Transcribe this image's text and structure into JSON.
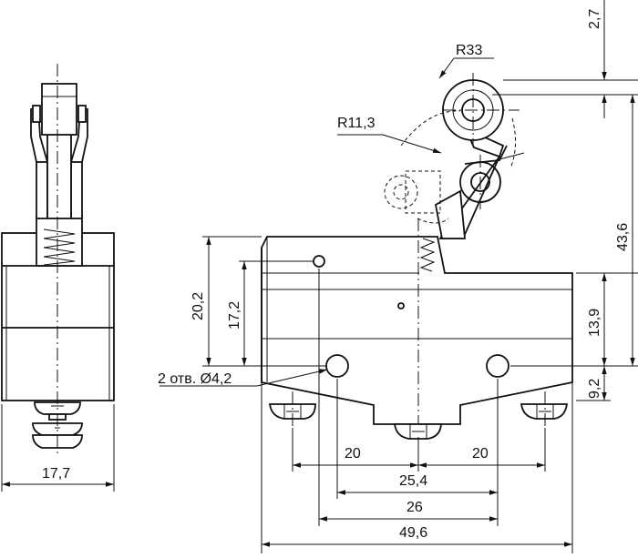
{
  "dimensions": {
    "r33": "R33",
    "r11_3": "R11,3",
    "d2_7": "2,7",
    "d43_6": "43,6",
    "d13_9": "13,9",
    "d9_2": "9,2",
    "d20_2": "20,2",
    "d17_2": "17,2",
    "holes": "2 отв. Ø4,2",
    "d20_left": "20",
    "d20_right": "20",
    "d25_4": "25,4",
    "d26": "26",
    "d49_6": "49,6",
    "d17_7": "17,7"
  }
}
